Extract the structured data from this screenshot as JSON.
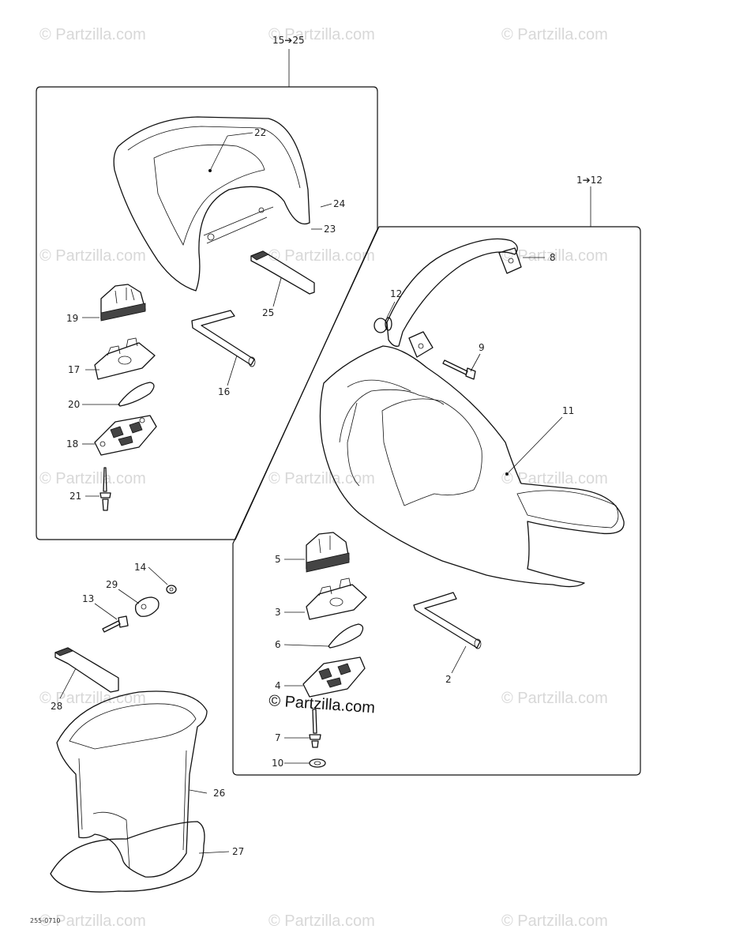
{
  "diagram": {
    "group_labels": {
      "rear_group": "15➔25",
      "front_group": "1➔12"
    },
    "callouts": {
      "c1": "2",
      "c2": "3",
      "c3": "4",
      "c4": "5",
      "c5": "6",
      "c6": "7",
      "c7": "8",
      "c8": "9",
      "c9": "10",
      "c10": "11",
      "c11": "12",
      "c12": "13",
      "c13": "14",
      "c14": "16",
      "c15": "17",
      "c16": "18",
      "c17": "19",
      "c18": "20",
      "c19": "21",
      "c20": "22",
      "c21": "23",
      "c22": "24",
      "c23": "25",
      "c24": "26",
      "c25": "27",
      "c26": "28",
      "c27": "29"
    },
    "drawing_code": "255-0710",
    "watermark": "© Partzilla.com",
    "center_watermark": "© Partzilla.com"
  }
}
